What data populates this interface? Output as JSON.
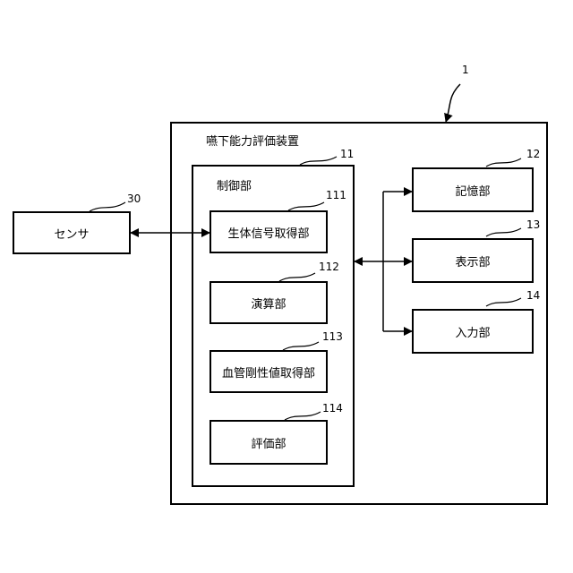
{
  "device": {
    "ref": "1",
    "title": "嚥下能力評価装置"
  },
  "control": {
    "ref": "11",
    "title": "制御部"
  },
  "sensor": {
    "ref": "30",
    "label": "センサ"
  },
  "modules": [
    {
      "ref": "111",
      "label": "生体信号取得部"
    },
    {
      "ref": "112",
      "label": "演算部"
    },
    {
      "ref": "113",
      "label": "血管剛性値取得部"
    },
    {
      "ref": "114",
      "label": "評価部"
    }
  ],
  "right_units": [
    {
      "ref": "12",
      "label": "記憶部"
    },
    {
      "ref": "13",
      "label": "表示部"
    },
    {
      "ref": "14",
      "label": "入力部"
    }
  ]
}
